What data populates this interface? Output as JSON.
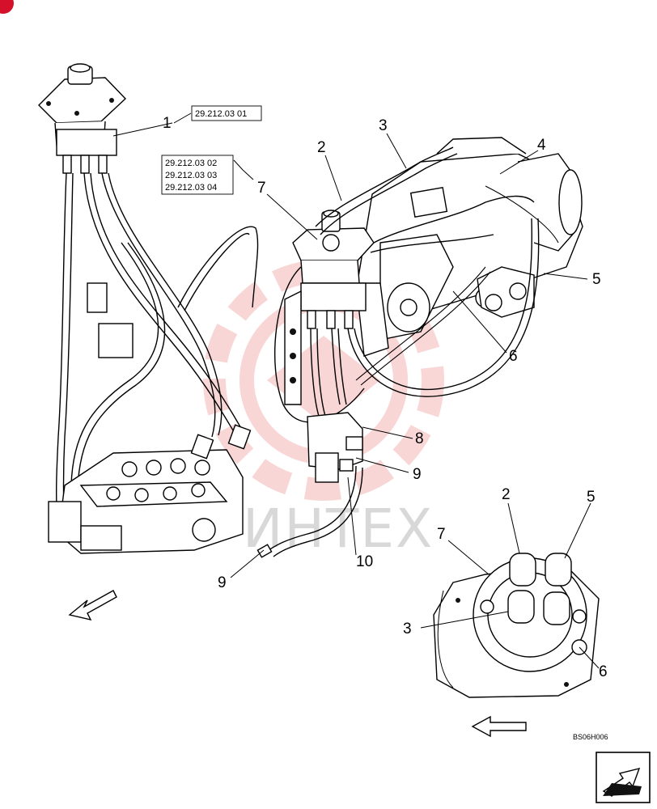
{
  "reference_codes": {
    "ref_1": "29.212.03 01",
    "ref_group": [
      "29.212.03 02",
      "29.212.03 03",
      "29.212.03 04"
    ]
  },
  "callouts": {
    "c1": "1",
    "c2_main": "2",
    "c3_main": "3",
    "c4": "4",
    "c5_main": "5",
    "c6_main": "6",
    "c7_main": "7",
    "c8": "8",
    "c9_right": "9",
    "c9_left": "9",
    "c10": "10",
    "c2_detail": "2",
    "c5_detail": "5",
    "c7_detail": "7",
    "c3_detail": "3",
    "c6_detail": "6"
  },
  "drawing_code": "BS06H006",
  "watermark": "ИНТЕХ",
  "colors": {
    "watermark": "#f0b0b0",
    "badge": "#d4102a",
    "line": "#000000"
  },
  "icons": {
    "nav": "next-page-arrow-icon"
  }
}
